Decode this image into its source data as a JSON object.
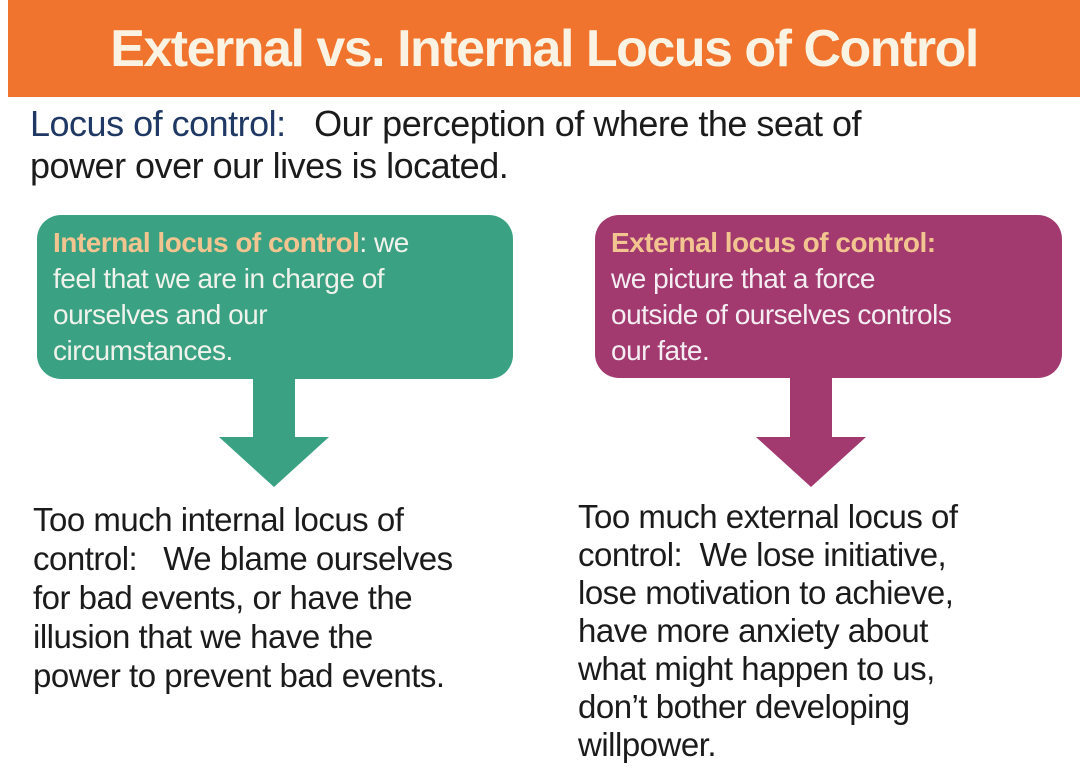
{
  "header": {
    "title": "External vs. Internal Locus of Control"
  },
  "intro": {
    "term": "Locus of control:",
    "definition": "   Our perception of where the seat of\npower over our lives is located."
  },
  "internal_box": {
    "heading": "Internal locus of control",
    "body": ": we\nfeel that we are in charge of\nourselves and our\ncircumstances."
  },
  "external_box": {
    "heading": "External locus of control:",
    "body": "\nwe picture that a force\noutside of ourselves controls\nour fate."
  },
  "internal_caption": "Too much internal locus of\ncontrol:   We blame ourselves\nfor bad events, or have the\nillusion that we have the\npower to prevent bad events.",
  "external_caption": "Too much external locus of\ncontrol:  We lose initiative,\nlose motivation to achieve,\nhave more anxiety about\nwhat might happen to us,\ndon’t bother developing\nwillpower.",
  "colors": {
    "header_bg": "#F0742D",
    "header_text": "#FAF3E3",
    "term_navy": "#1F3864",
    "body_text": "#1B1B1B",
    "internal_green": "#3BA183",
    "external_magenta": "#A23A70",
    "accent_peach": "#F2C48F",
    "box_text_light": "#F0F3EC"
  }
}
